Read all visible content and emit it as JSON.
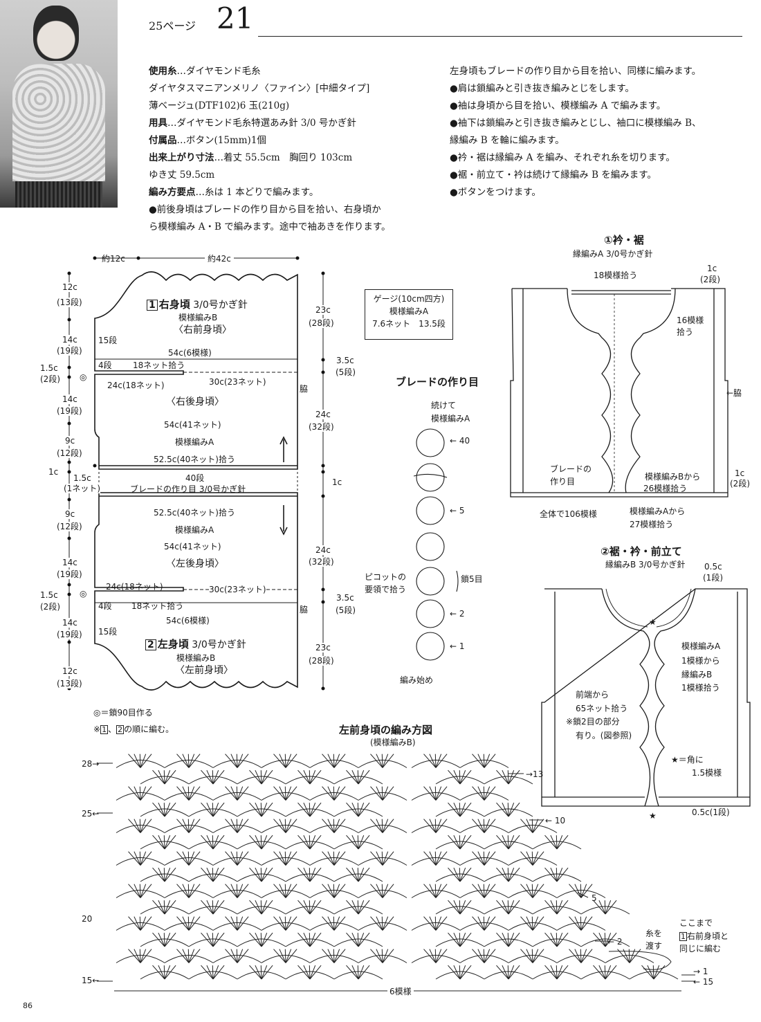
{
  "header": {
    "page_ref": "25ページ",
    "pattern_number": "21"
  },
  "materials_left": [
    {
      "bold": "使用糸",
      "text": "…ダイヤモンド毛糸"
    },
    {
      "bold": "",
      "text": "ダイヤタスマニアンメリノ〈ファイン〉[中細タイプ]"
    },
    {
      "bold": "",
      "text": "薄ベージュ(DTF102)6 玉(210g)"
    },
    {
      "bold": "用具",
      "text": "…ダイヤモンド毛糸特選あみ針 3/0 号かぎ針"
    },
    {
      "bold": "付属品",
      "text": "…ボタン(15mm)1個"
    },
    {
      "bold": "出来上がり寸法",
      "text": "…着丈 55.5cm　胸回り 103cm"
    },
    {
      "bold": "",
      "text": "ゆき丈 59.5cm"
    },
    {
      "bold": "編み方要点",
      "text": "…糸は 1 本どりで編みます。"
    },
    {
      "bold": "",
      "text": "●前後身頃はブレードの作り目から目を拾い、右身頃か"
    },
    {
      "bold": "",
      "text": "ら模様編み A・B で編みます。途中で袖あきを作ります。"
    }
  ],
  "instructions_right": [
    "左身頃もブレードの作り目から目を拾い、同様に編みます。",
    "●肩は鎖編みと引き抜き編みとじをします。",
    "●袖は身頃から目を拾い、模様編み A で編みます。",
    "●袖下は鎖編みと引き抜き編みとじし、袖口に模様編み B、",
    "縁編み B を輪に編みます。",
    "●衿・裾は縁編み A を編み、それぞれ糸を切ります。",
    "●裾・前立て・衿は続けて縁編み B を編みます。",
    "●ボタンをつけます。"
  ],
  "schematic": {
    "top": {
      "w1": "約12c",
      "w2": "約42c"
    },
    "upper_left_dims": [
      "12c",
      "(13段)",
      "14c",
      "(19段)",
      "1.5c",
      "(2段)",
      "14c",
      "(19段)",
      "9c",
      "(12段)",
      "1c",
      "1.5c",
      "(1ネット)"
    ],
    "upper_right_dims": [
      "23c",
      "(28段)",
      "3.5c",
      "(5段)",
      "24c",
      "(32段)",
      "1c"
    ],
    "piece1": {
      "num": "1",
      "title": "右身頃",
      "hook": "3/0号かぎ針",
      "stitch": "模様編みB",
      "front": "〈右前身頃〉",
      "rows15": "15段",
      "w54_6": "54c(6模様)",
      "rows4": "4段",
      "pick18": "18ネット拾う",
      "w24": "24c(18ネット)",
      "w30": "30c(23ネット)",
      "side": "脇",
      "back": "〈右後身頃〉",
      "w54_41": "54c(41ネット)",
      "stitchA": "模様編みA",
      "pick525": "52.5c(40ネット)拾う",
      "rows40": "40段",
      "braid": "ブレードの作り目 3/0号かぎ針"
    },
    "piece2": {
      "num": "2",
      "title": "左身頃",
      "hook": "3/0号かぎ針",
      "stitch": "模様編みB",
      "front": "〈左前身頃〉",
      "rows15": "15段",
      "w54_6": "54c(6模様)",
      "rows4": "4段",
      "pick18": "18ネット拾う",
      "w24": "24c(18ネット)",
      "w30": "30c(23ネット)",
      "side": "脇",
      "back": "〈左後身頃〉",
      "w54_41": "54c(41ネット)",
      "stitchA": "模様編みA",
      "pick525": "52.5c(40ネット)拾う"
    },
    "lower_left_dims": [
      "9c",
      "(12段)",
      "14c",
      "(19段)",
      "1.5c",
      "(2段)",
      "14c",
      "(19段)",
      "12c",
      "(13段)"
    ],
    "lower_right_dims": [
      "24c",
      "(32段)",
      "3.5c",
      "(5段)",
      "23c",
      "(28段)"
    ],
    "note1": "◎＝鎖90目作る",
    "note2_pre": "※",
    "note2_b1": "1",
    "note2_mid": "、",
    "note2_b2": "2",
    "note2_post": "の順に編む。"
  },
  "gauge": {
    "l1": "ゲージ(10cm四方)",
    "l2": "模様編みA",
    "l3": "7.6ネット　13.5段"
  },
  "braid": {
    "title": "ブレードの作り目",
    "cont1": "続けて",
    "cont2": "模様編みA",
    "r40": "← 40",
    "r5": "← 5",
    "picot1": "ピコットの",
    "picot2": "要領で拾う",
    "ch5": "鎖5目",
    "r2": "← 2",
    "r1": "← 1",
    "start": "編み始め"
  },
  "edge1": {
    "title": "①衿・裾",
    "sub": "縁編みA 3/0号かぎ針",
    "pick18": "18模様拾う",
    "c1": "1c",
    "r2": "(2段)",
    "p16a": "16模様",
    "p16b": "拾う",
    "side": "←脇",
    "braid1": "ブレードの",
    "braid2": "作り目",
    "fromB1": "模様編みBから",
    "fromB2": "26模様拾う",
    "c1b": "1c",
    "r2b": "(2段)",
    "total": "全体で106模様",
    "fromA1": "模様編みAから",
    "fromA2": "27模様拾う"
  },
  "edge2": {
    "title": "②裾・衿・前立て",
    "sub": "縁編みB 3/0号かぎ針",
    "c05": "0.5c",
    "r1": "(1段)",
    "a1": "模様編みA",
    "a2": "1模様から",
    "a3": "縁編みB",
    "a4": "1模様拾う",
    "f1": "前端から",
    "f2": "65ネット拾う",
    "f3": "※鎖2目の部分",
    "f4": "有り。(図参照)",
    "s1": "★＝角に",
    "s2": "1.5模様",
    "bottom": "0.5c(1段)"
  },
  "chart": {
    "title": "左前身頃の編み方図",
    "sub": "(模様編みB)",
    "row28": "28→",
    "row25": "25←",
    "row20": "20",
    "row15": "15←",
    "r13": "→13",
    "r10": "← 10",
    "r5": "5",
    "r2": "← 2",
    "yarn1": "糸を",
    "yarn2": "渡す",
    "same1": "ここまで",
    "same_box": "1",
    "same2": "右前身頃と",
    "same3": "同じに編む",
    "r1": "→ 1",
    "r15": "← 15",
    "repeats": "6模様"
  },
  "footer": {
    "page": "86"
  }
}
